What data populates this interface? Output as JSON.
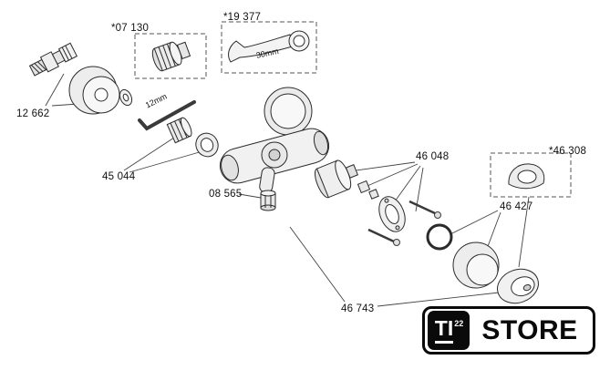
{
  "diagram": {
    "labels": {
      "kit_07130": "*07 130",
      "kit_19377": "*19 377",
      "part_12662": "12 662",
      "part_45044": "45 044",
      "part_08565": "08 565",
      "part_46048": "46 048",
      "kit_46308": "*46 308",
      "part_46427": "46 427",
      "part_46743": "46 743"
    },
    "annotations": {
      "allen_key_size": "12mm",
      "wrench_size": "30mm"
    }
  },
  "logo": {
    "brand": "TI",
    "superscript": "22",
    "suffix": "STORE"
  }
}
